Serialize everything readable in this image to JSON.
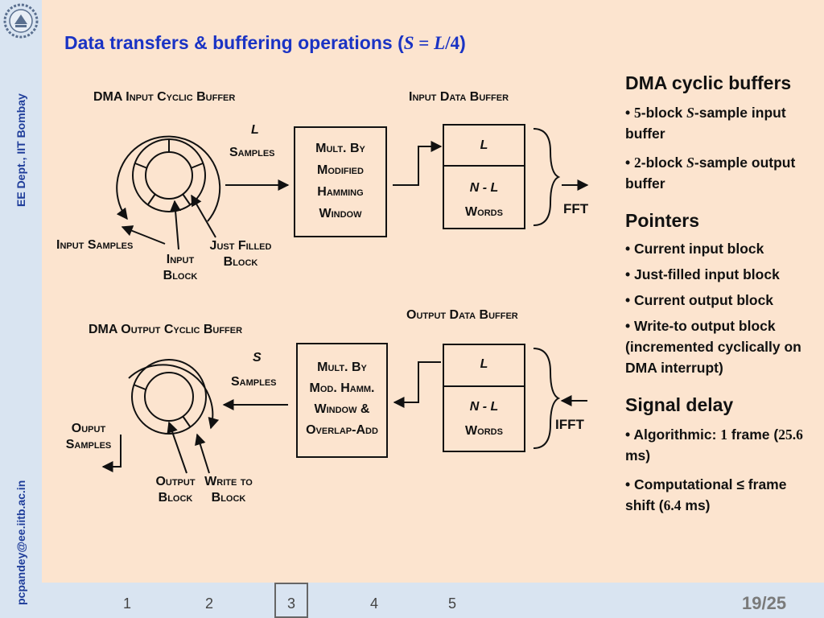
{
  "sidebar": {
    "dept": "EE Dept.,  IIT Bombay",
    "email": "pcpandey@ee.iitb.ac.in"
  },
  "title": {
    "text": "Data transfers & buffering operations (",
    "math_s": "S",
    "eq": " = ",
    "math_l": "L",
    "slash": "/",
    "four": "4",
    "close": ")"
  },
  "diagram": {
    "in_buffer_title": "DMA Input Cyclic Buffer",
    "in_data_title": "Input Data Buffer",
    "in_l": "L",
    "in_samples": "Samples",
    "in_box": [
      "Mult. By",
      "Modified",
      "Hamming",
      "Window"
    ],
    "in_data_top": "L",
    "in_data_mid": "N - L",
    "in_data_words": "Words",
    "fft": "FFT",
    "input_samples": "Input Samples",
    "input_block_1": "Input",
    "input_block_2": "Block",
    "just_filled_1": "Just Filled",
    "just_filled_2": "Block",
    "out_buffer_title": "DMA Output Cyclic Buffer",
    "out_data_title": "Output Data Buffer",
    "out_s": "S",
    "out_samples": "Samples",
    "out_box": [
      "Mult. By",
      "Mod. Hamm.",
      "Window &",
      "Overlap-Add"
    ],
    "out_data_top": "L",
    "out_data_mid": "N - L",
    "out_data_words": "Words",
    "ifft": "IFFT",
    "ouput_1": "Ouput",
    "ouput_2": "Samples",
    "output_block_1": "Output",
    "output_block_2": "Block",
    "write_to_1": "Write to",
    "write_to_2": "Block"
  },
  "right_panel": {
    "h1": "DMA cyclic buffers",
    "b1": [
      "• ",
      "5",
      "-block ",
      "S",
      "-sample input buffer"
    ],
    "b2": [
      "• ",
      "2",
      "-block ",
      "S",
      "-sample output buffer"
    ],
    "h2": "Pointers",
    "p1": "• Current input block",
    "p2": "• Just-filled input block",
    "p3": "• Current output block",
    "p4": "• Write-to output block (incremented cyclically on DMA interrupt)",
    "h3": "Signal delay",
    "d1": [
      "• Algorithmic: ",
      "1",
      " frame (",
      "25.6",
      " ms)"
    ],
    "d2": [
      "• Computational  ≤ frame shift (",
      "6.4",
      " ms)"
    ]
  },
  "footer": {
    "pages": [
      "1",
      "2",
      "3",
      "4",
      "5"
    ],
    "current": "3",
    "slide": "19/25"
  },
  "colors": {
    "background": "#fce4cf",
    "sidebar": "#d9e4f1",
    "title": "#1a33c4",
    "sidebar_text": "#1f3d9a"
  }
}
